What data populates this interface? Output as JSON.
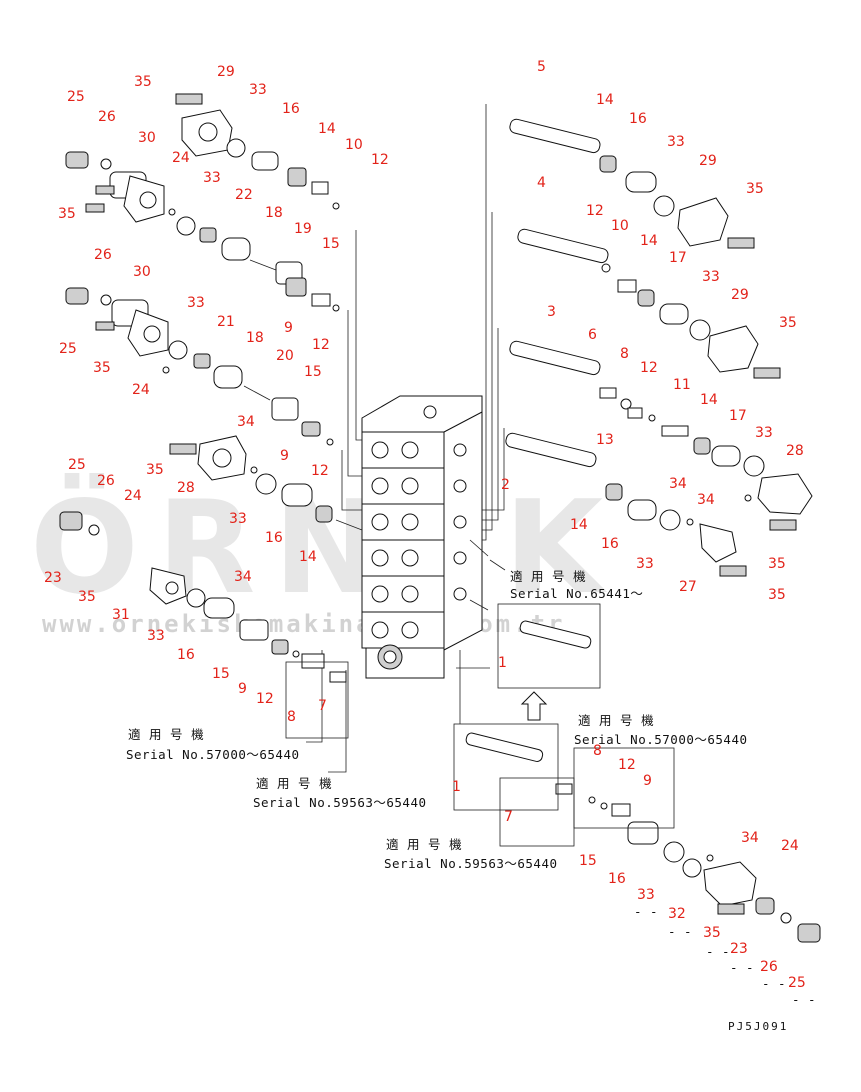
{
  "watermark": {
    "brand": "ÖRNEK",
    "url": "www.ornekiskemakinalari.com.tr"
  },
  "drawing_code": "PJ5J091",
  "serial_notes": {
    "a": {
      "label": "適 用 号 機",
      "serial": "Serial No.57000〜65440"
    },
    "b": {
      "label": "適 用 号 機",
      "serial": "Serial No.59563〜65440"
    },
    "c": {
      "label": "適 用 号 機",
      "serial": "Serial No.65441〜"
    },
    "d": {
      "label": "適 用 号 機",
      "serial": "Serial No.57000〜65440"
    },
    "e": {
      "label": "適 用 号 機",
      "serial": "Serial No.59563〜65440"
    }
  },
  "part_numbers": {
    "p01": "25",
    "p02": "35",
    "p03": "29",
    "p04": "26",
    "p05": "33",
    "p06": "30",
    "p07": "16",
    "p08": "24",
    "p09": "14",
    "p10": "10",
    "p11": "12",
    "p12": "35",
    "p13": "33",
    "p14": "22",
    "p15": "18",
    "p16": "19",
    "p17": "15",
    "p18": "26",
    "p19": "30",
    "p20": "33",
    "p21": "25",
    "p22": "21",
    "p23": "18",
    "p24": "35",
    "p25": "9",
    "p26": "12",
    "p27": "20",
    "p28": "24",
    "p29": "15",
    "p30": "34",
    "p31": "9",
    "p32": "25",
    "p33": "35",
    "p34": "28",
    "p35": "12",
    "p36": "26",
    "p37": "24",
    "p38": "33",
    "p39": "16",
    "p40": "14",
    "p41": "23",
    "p42": "35",
    "p43": "34",
    "p44": "31",
    "p45": "33",
    "p46": "16",
    "p47": "15",
    "p48": "9",
    "p49": "12",
    "p50": "8",
    "p51": "7",
    "p52": "5",
    "p53": "14",
    "p54": "16",
    "p55": "33",
    "p56": "29",
    "p57": "35",
    "p58": "4",
    "p59": "12",
    "p60": "10",
    "p61": "14",
    "p62": "17",
    "p63": "33",
    "p64": "29",
    "p65": "35",
    "p66": "3",
    "p67": "6",
    "p68": "8",
    "p69": "12",
    "p70": "11",
    "p71": "13",
    "p72": "14",
    "p73": "17",
    "p74": "33",
    "p75": "28",
    "p76": "2",
    "p77": "34",
    "p78": "14",
    "p79": "34",
    "p80": "16",
    "p81": "33",
    "p82": "27",
    "p83": "35",
    "p84": "35",
    "p85": "1",
    "p86": "1",
    "p87": "7",
    "p88": "8",
    "p89": "12",
    "p90": "9",
    "p91": "15",
    "p92": "34",
    "p93": "24",
    "p94": "16",
    "p95": "33",
    "p96": "32",
    "p97": "35",
    "p98": "23",
    "p99": "26",
    "p100": "25"
  },
  "dash_marks": "- -"
}
